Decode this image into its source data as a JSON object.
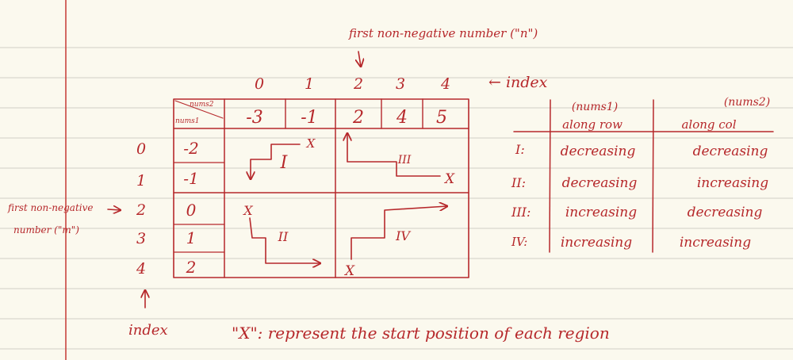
{
  "top_annotation": "first non-negative number (\"n\")",
  "left_annotation": {
    "line1": "first non-negative",
    "line2": "number (\"m\")"
  },
  "top_index_label": "← index",
  "side_index_label": "index",
  "col_indices": [
    "0",
    "1",
    "2",
    "3",
    "4"
  ],
  "row_indices": [
    "0",
    "1",
    "2",
    "3",
    "4"
  ],
  "header_cell": {
    "top": "nums2",
    "bottom": "nums1"
  },
  "nums2": [
    "-3",
    "-1",
    "2",
    "4",
    "5"
  ],
  "nums1": [
    "-2",
    "-1",
    "0",
    "1",
    "2"
  ],
  "regions": {
    "I": "I",
    "II": "II",
    "III": "III",
    "IV": "IV"
  },
  "start_marker": "X",
  "legend_text": "\"X\": represent the start position of each region",
  "summary_table": {
    "col1_header": "along row",
    "col1_sub": "(nums1)",
    "col2_header": "along col",
    "col2_sub": "(nums2)",
    "rows": [
      {
        "label": "I:",
        "row": "decreasing",
        "col": "decreasing"
      },
      {
        "label": "II:",
        "row": "decreasing",
        "col": "increasing"
      },
      {
        "label": "III:",
        "row": "increasing",
        "col": "decreasing"
      },
      {
        "label": "IV:",
        "row": "increasing",
        "col": "increasing"
      }
    ]
  },
  "colors": {
    "ink": "#b6282b",
    "paper": "#fbf9ee",
    "ruled_line": "#d9d8cf",
    "margin_line": "#c9443f"
  }
}
